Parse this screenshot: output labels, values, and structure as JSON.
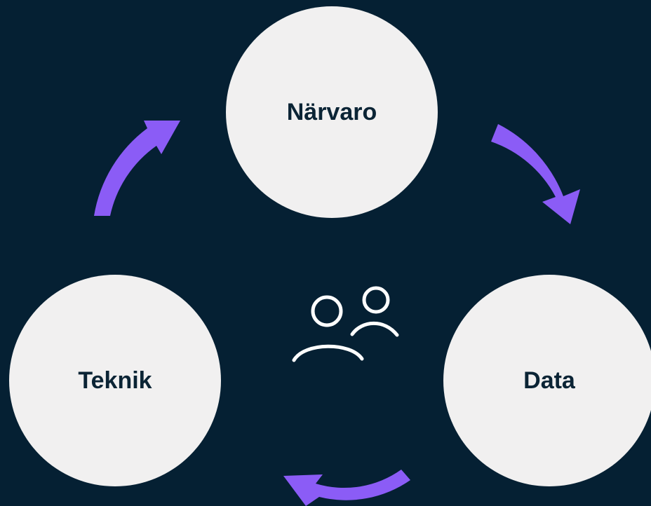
{
  "diagram": {
    "nodes": [
      {
        "id": "narvaro",
        "label": "Närvaro"
      },
      {
        "id": "data",
        "label": "Data"
      },
      {
        "id": "teknik",
        "label": "Teknik"
      }
    ],
    "center_icon": "users-icon",
    "colors": {
      "background": "#052033",
      "node_fill": "#f1f0f0",
      "node_text": "#0b2435",
      "arrow": "#8b5cf6",
      "icon": "#ffffff"
    }
  }
}
